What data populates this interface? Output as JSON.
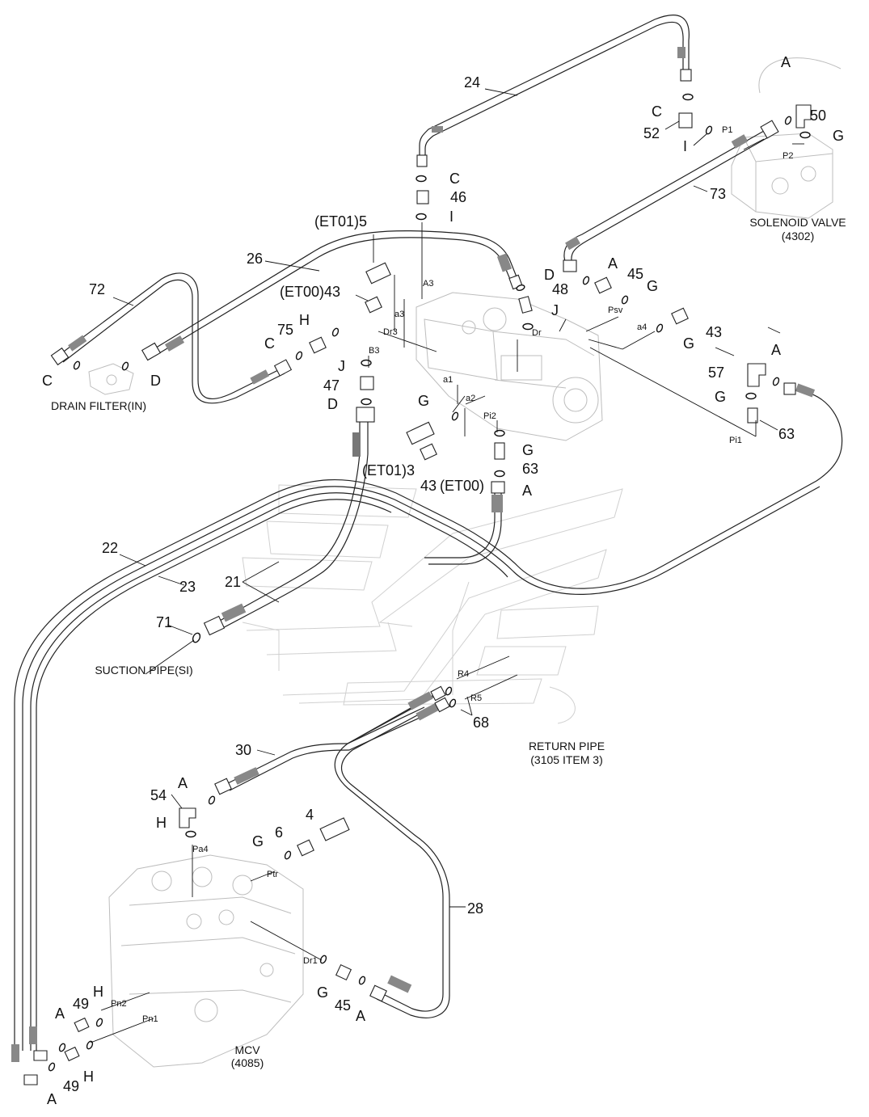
{
  "labels": {
    "n24": "24",
    "n52": "52",
    "n50": "50",
    "n46": "46",
    "n73": "73",
    "n26": "26",
    "n5": "(ET01)5",
    "n43a": "(ET00)43",
    "n72": "72",
    "n75": "75",
    "n48": "48",
    "n45a": "45",
    "n43b": "43",
    "n47": "47",
    "n57": "57",
    "n63a": "63",
    "n63b": "63",
    "n3": "(ET01)3",
    "n43c": "43",
    "et00": "(ET00)",
    "n22": "22",
    "n23": "23",
    "n21": "21",
    "n71": "71",
    "n68": "68",
    "n30": "30",
    "n54": "54",
    "n4": "4",
    "n6": "6",
    "n28": "28",
    "n45b": "45",
    "n49a": "49",
    "n49b": "49",
    "lC1": "C",
    "lC2": "C",
    "lC3": "C",
    "lC4": "C",
    "lI1": "I",
    "lI2": "I",
    "lA1": "A",
    "lA2": "A",
    "lA3": "A",
    "lA4": "A",
    "lA5": "A",
    "lA6": "A",
    "lA7": "A",
    "lA8": "A",
    "lG1": "G",
    "lG2": "G",
    "lG3": "G",
    "lG4": "G",
    "lG5": "G",
    "lG6": "G",
    "lG7": "G",
    "lD1": "D",
    "lD2": "D",
    "lD3": "D",
    "lH1": "H",
    "lH2": "H",
    "lH3": "H",
    "lH4": "H",
    "lJ1": "J",
    "lJ2": "J"
  },
  "ports": {
    "P1": "P1",
    "P2": "P2",
    "A3": "A3",
    "a3": "a3",
    "Dr3": "Dr3",
    "Dr": "Dr",
    "Psv": "Psv",
    "a4": "a4",
    "B3": "B3",
    "a1": "a1",
    "a2": "a2",
    "Pi2": "Pi2",
    "Pi1": "Pi1",
    "R4": "R4",
    "R5": "R5",
    "Pa4": "Pa4",
    "Ptr": "Ptr",
    "Dr1": "Dr1",
    "Pn2": "Pn2",
    "Pn1": "Pn1"
  },
  "captions": {
    "solenoid_1": "SOLENOID VALVE",
    "solenoid_2": "(4302)",
    "drain_filter": "DRAIN FILTER(IN)",
    "suction_pipe": "SUCTION PIPE(SI)",
    "return_1": "RETURN PIPE",
    "return_2": "(3105 ITEM 3)",
    "mcv_1": "MCV",
    "mcv_2": "(4085)"
  }
}
